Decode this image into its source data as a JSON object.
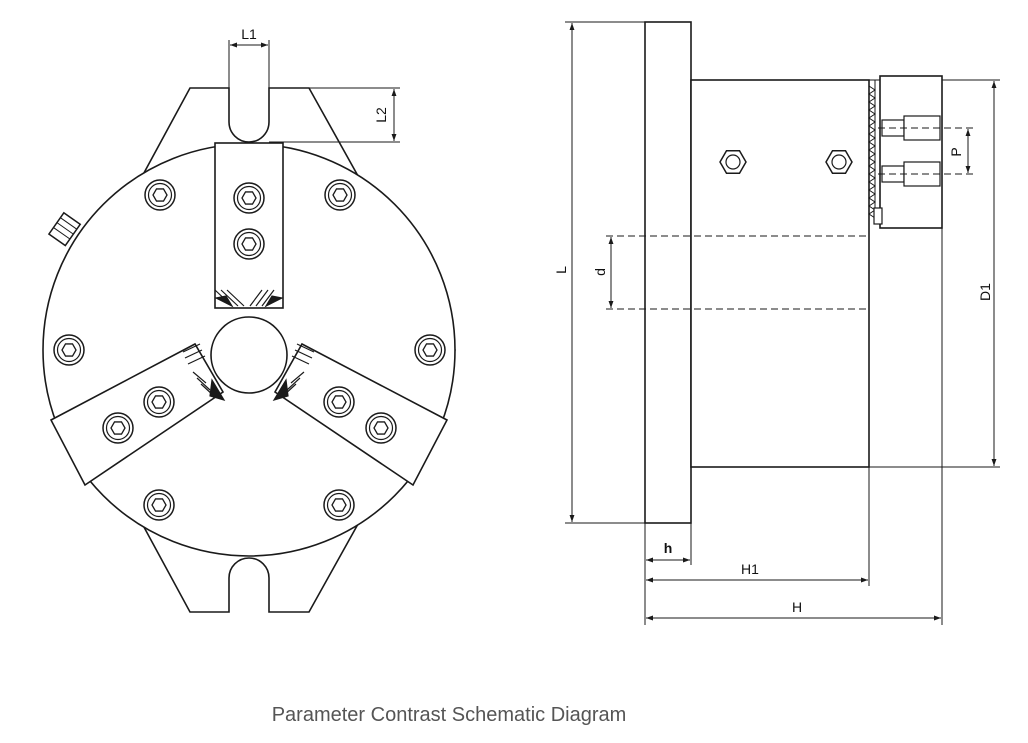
{
  "caption": "Parameter Contrast Schematic Diagram",
  "labels": {
    "L1": "L1",
    "L2": "L2",
    "L": "L",
    "d": "d",
    "P": "P",
    "D1": "D1",
    "h": "h",
    "H1": "H1",
    "H": "H"
  },
  "icons": [
    "hex-socket-bolt",
    "hex-nut",
    "arrowhead"
  ]
}
